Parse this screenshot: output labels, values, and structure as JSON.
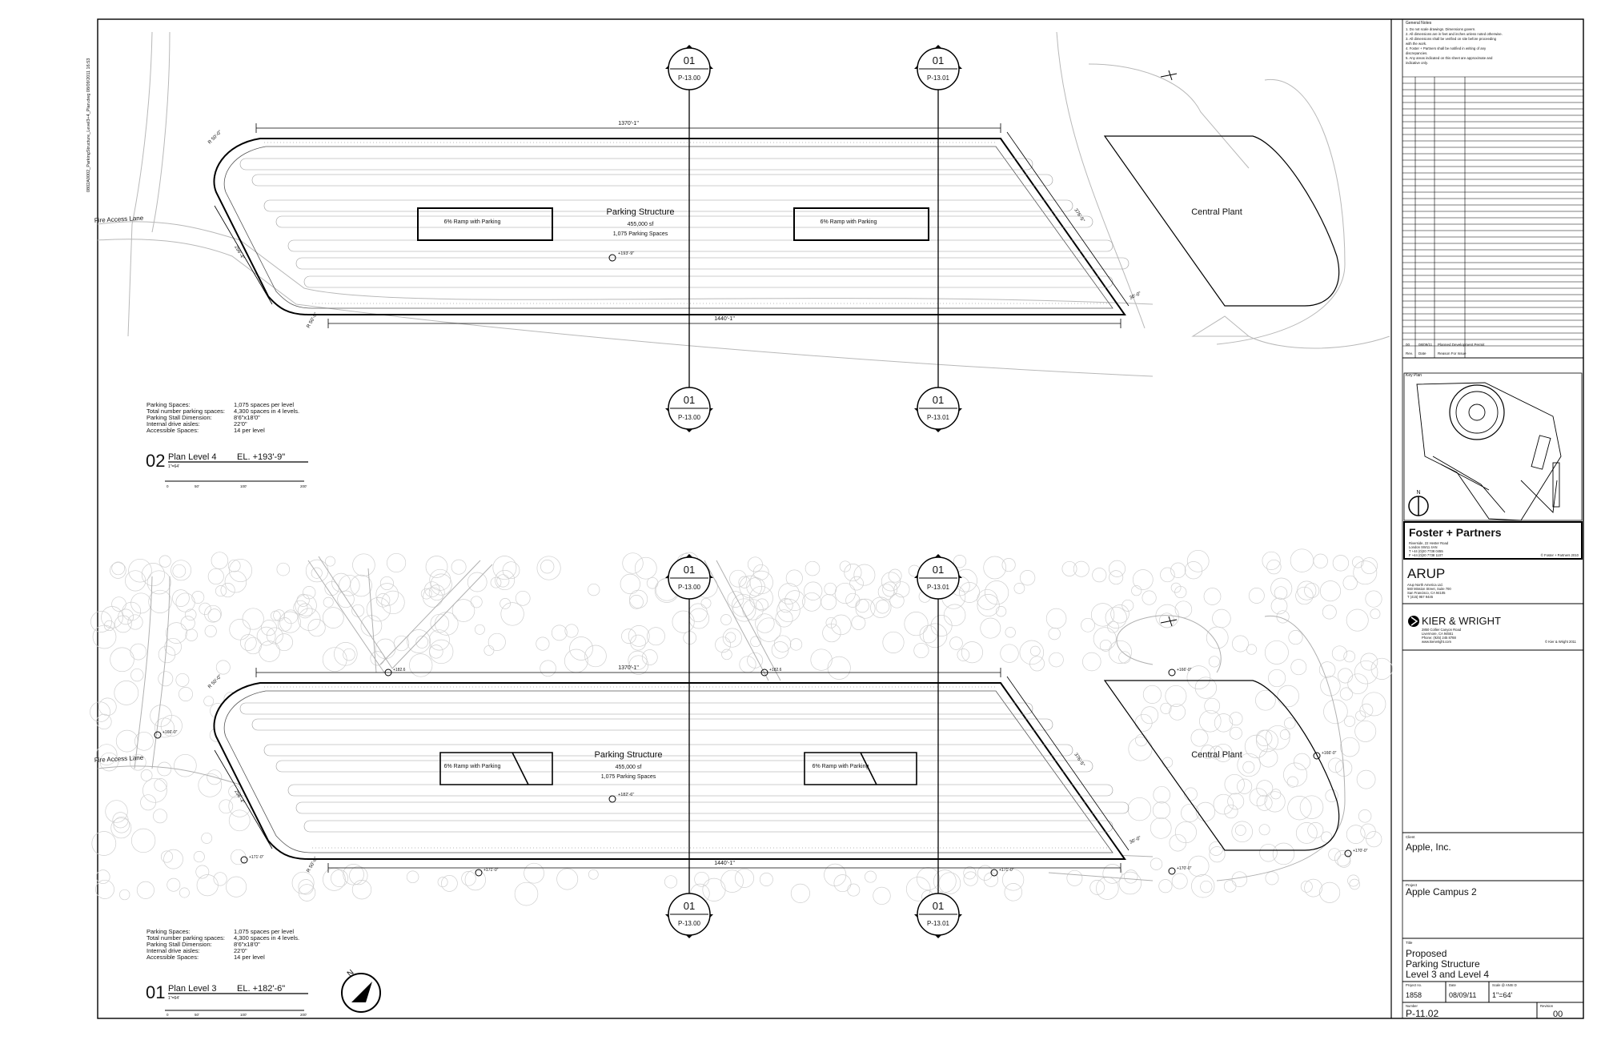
{
  "sheet": {
    "file_ref": "0802A0002_ParkingStructure_Level3+4_Plan.dwg 08/09/2011 16:53"
  },
  "plans": [
    {
      "id": "level4",
      "number": "02",
      "title": "Plan Level 4",
      "elevation": "EL. +193'-9\"",
      "scale": "1\"=64'",
      "scale_ticks": [
        "0",
        "50'",
        "100'",
        "200'"
      ],
      "central_plant": "Central Plant",
      "fire_lane": "Fire Access Lane",
      "structure": {
        "name": "Parking Structure",
        "area": "455,000 sf",
        "spaces": "1,075 Parking Spaces",
        "ramp1": "6% Ramp with Parking",
        "ramp2": "6% Ramp with Parking",
        "elev": "+193'-9\"",
        "dim_top": "1370'-1\"",
        "dim_bottom": "1440'-1\"",
        "dim_left": "256'-4\"",
        "dim_right": "376'-5\"",
        "radius_top": "R 50'-0\"",
        "radius_bottom": "R 50'-0\"",
        "dim_end": "30'-0\""
      },
      "sections": [
        {
          "num": "01",
          "ref": "P-13.00"
        },
        {
          "num": "01",
          "ref": "P-13.01"
        },
        {
          "num": "01",
          "ref": "P-13.00"
        },
        {
          "num": "01",
          "ref": "P-13.01"
        }
      ],
      "stats": [
        {
          "label": "Parking Spaces:",
          "value": "1,075 spaces per level"
        },
        {
          "label": "Total number parking spaces:",
          "value": "4,300 spaces in 4 levels."
        },
        {
          "label": "Parking Stall Dimension:",
          "value": "8'6\"x18'0\""
        },
        {
          "label": "Internal drive aisles:",
          "value": "22'0\""
        },
        {
          "label": "Accessible Spaces:",
          "value": "14 per level"
        }
      ]
    },
    {
      "id": "level3",
      "number": "01",
      "title": "Plan Level 3",
      "elevation": "EL. +182'-6\"",
      "scale": "1\"=64'",
      "scale_ticks": [
        "0",
        "50'",
        "100'",
        "200'"
      ],
      "central_plant": "Central Plant",
      "fire_lane": "Fire Access Lane",
      "structure": {
        "name": "Parking Structure",
        "area": "455,000 sf",
        "spaces": "1,075 Parking Spaces",
        "ramp1": "6% Ramp with Parking",
        "ramp2": "6% Ramp with Parking",
        "elev": "+182'-6\"",
        "dim_top": "1370'-1\"",
        "dim_bottom": "1440'-1\"",
        "dim_left": "256'-4\"",
        "dim_right": "376'-5\"",
        "radius_top": "R 50'-0\"",
        "radius_bottom": "R 50'-0\"",
        "dim_end": "30'-0\""
      },
      "sections": [
        {
          "num": "01",
          "ref": "P-13.00"
        },
        {
          "num": "01",
          "ref": "P-13.01"
        },
        {
          "num": "01",
          "ref": "P-13.00"
        },
        {
          "num": "01",
          "ref": "P-13.01"
        }
      ],
      "spot_elevations": [
        "+182.6",
        "+182.6",
        "+166'-0\"",
        "+166'-0\"",
        "+166'-0\"",
        "+171'-0\"",
        "+171'-0\"",
        "+171'-0\"",
        "+170'-0\"",
        "+170'-0\""
      ],
      "stats": [
        {
          "label": "Parking Spaces:",
          "value": "1,075 spaces per level"
        },
        {
          "label": "Total number parking spaces:",
          "value": "4,300 spaces in 4 levels."
        },
        {
          "label": "Parking Stall Dimension:",
          "value": "8'6\"x18'0\""
        },
        {
          "label": "Internal drive aisles:",
          "value": "22'0\""
        },
        {
          "label": "Accessible Spaces:",
          "value": "14 per level"
        }
      ]
    }
  ],
  "title_block": {
    "general_notes_heading": "General Notes",
    "general_notes": [
      "1. Do not scale drawings. Dimensions govern.",
      "2. All dimensions are in feet and inches unless noted otherwise.",
      "3. All dimensions shall be verified on site before proceeding",
      "   with the work.",
      "4. Foster + Partners shall be notified in writing of any",
      "   discrepancies.",
      "5. Any areas indicated on this sheet are approximate and",
      "   indicative only."
    ],
    "revision": {
      "rev": "00",
      "date": "08/09/11",
      "reason": "Planned Development Permit"
    },
    "revision_headers": {
      "rev": "Rev.",
      "date": "Date",
      "reason": "Reason For Issue"
    },
    "key_plan_label": "Key Plan",
    "north": "N",
    "architect": "Foster + Partners",
    "architect_address": [
      "Riverside, 22 Hester Road",
      "London SW11 4AN",
      "T +44 (0)20 7738 0455",
      "F +44 (0)20 7738 1107"
    ],
    "architect_copyright": "© Foster + Partners 2010",
    "engineer": "ARUP",
    "engineer_address": [
      "Arup North America Ltd.",
      "560 Mission Street, Suite 700",
      "San Francisco, CA 94105",
      "T (415) 957 9445"
    ],
    "developer": "KIER & WRIGHT",
    "developer_address": [
      "2850 Collier Canyon Road",
      "Livermore, CA 94551",
      "Phone: (925) 245 8788",
      "www.kierwright.com"
    ],
    "developer_copyright": "© Kier & Wright 2011",
    "client_label": "Client",
    "client": "Apple, Inc.",
    "project_label": "Project",
    "project": "Apple Campus 2",
    "title_label": "Title",
    "title_lines": [
      "Proposed",
      "Parking Structure",
      "Level 3 and Level 4"
    ],
    "project_no_label": "Project no.",
    "project_no": "1858",
    "date_label": "Date",
    "date": "08/09/11",
    "scale_label": "Scale @ ANSI D",
    "scale": "1\"=64'",
    "number_label": "Number",
    "number": "P-11.02",
    "revision_label": "Revision",
    "revision_no": "00"
  }
}
